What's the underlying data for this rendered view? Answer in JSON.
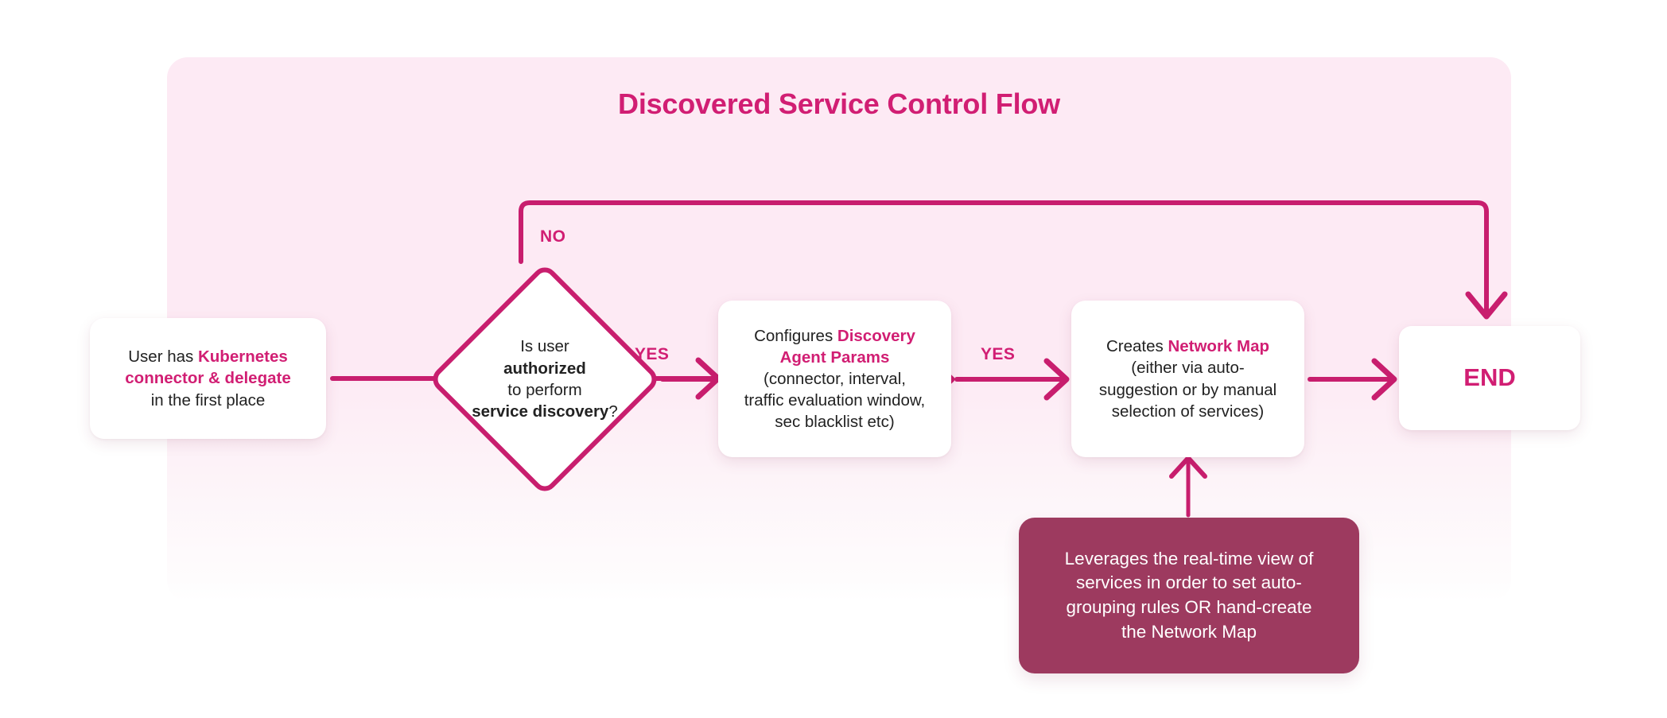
{
  "diagram": {
    "title": "Discovered Service Control Flow",
    "colors": {
      "accent_pink": "#d11e73",
      "line_pink": "#c81e6e",
      "panel_pink": "#fdeaf4",
      "note_maroon": "#9d3a5f",
      "node_white": "#ffffff",
      "text_dark": "#222222"
    },
    "nodes": {
      "start": {
        "type": "process",
        "text_plain": "User has Kubernetes connector & delegate in the first place",
        "line1_pre": "User has ",
        "line1_hl": "Kubernetes",
        "line2_hl": "connector & delegate",
        "line3": "in the first place"
      },
      "decision": {
        "type": "decision",
        "text_plain": "Is user authorized to perform service discovery?",
        "line1": "Is user",
        "line2_hl": "authorized",
        "line3": "to perform",
        "line4_hl": "service discovery",
        "line4_post": "?"
      },
      "params": {
        "type": "process",
        "text_plain": "Configures Discovery Agent Params (connector, interval, traffic evaluation window, sec blacklist etc)",
        "line1_pre": "Configures ",
        "line1_hl": "Discovery",
        "line2_hl": "Agent Params",
        "line3": "(connector, interval,",
        "line4": "traffic evaluation window,",
        "line5": "sec blacklist etc)"
      },
      "map": {
        "type": "process",
        "text_plain": "Creates Network Map (either via auto-suggestion or by manual selection of services)",
        "line1_pre": "Creates ",
        "line1_hl": "Network Map",
        "line2": "(either via auto-",
        "line3": "suggestion or by manual",
        "line4": "selection of services)"
      },
      "end": {
        "type": "terminator",
        "label": "END"
      },
      "note": {
        "type": "annotation",
        "text_plain": "Leverages the real-time view of services in order to set auto-grouping rules OR hand-create the Network Map",
        "line1": "Leverages the real-time view of",
        "line2": "services in order to set auto-",
        "line3": "grouping rules OR hand-create",
        "line4": "the Network Map"
      }
    },
    "edges": [
      {
        "id": "start-to-decision",
        "from": "start",
        "to": "decision",
        "label": "",
        "style": "arrow-right"
      },
      {
        "id": "decision-no-to-end",
        "from": "decision",
        "to": "end",
        "label": "NO",
        "style": "orthogonal-arrow-down"
      },
      {
        "id": "decision-yes-to-params",
        "from": "decision",
        "to": "params",
        "label": "YES",
        "style": "arrow-right"
      },
      {
        "id": "params-to-map",
        "from": "params",
        "to": "map",
        "label": "YES",
        "style": "arrow-right"
      },
      {
        "id": "map-to-end",
        "from": "map",
        "to": "end",
        "label": "",
        "style": "arrow-right"
      },
      {
        "id": "note-to-map",
        "from": "note",
        "to": "map",
        "label": "",
        "style": "arrow-up"
      }
    ],
    "edge_labels": {
      "no": "NO",
      "yes_1": "YES",
      "yes_2": "YES"
    }
  }
}
